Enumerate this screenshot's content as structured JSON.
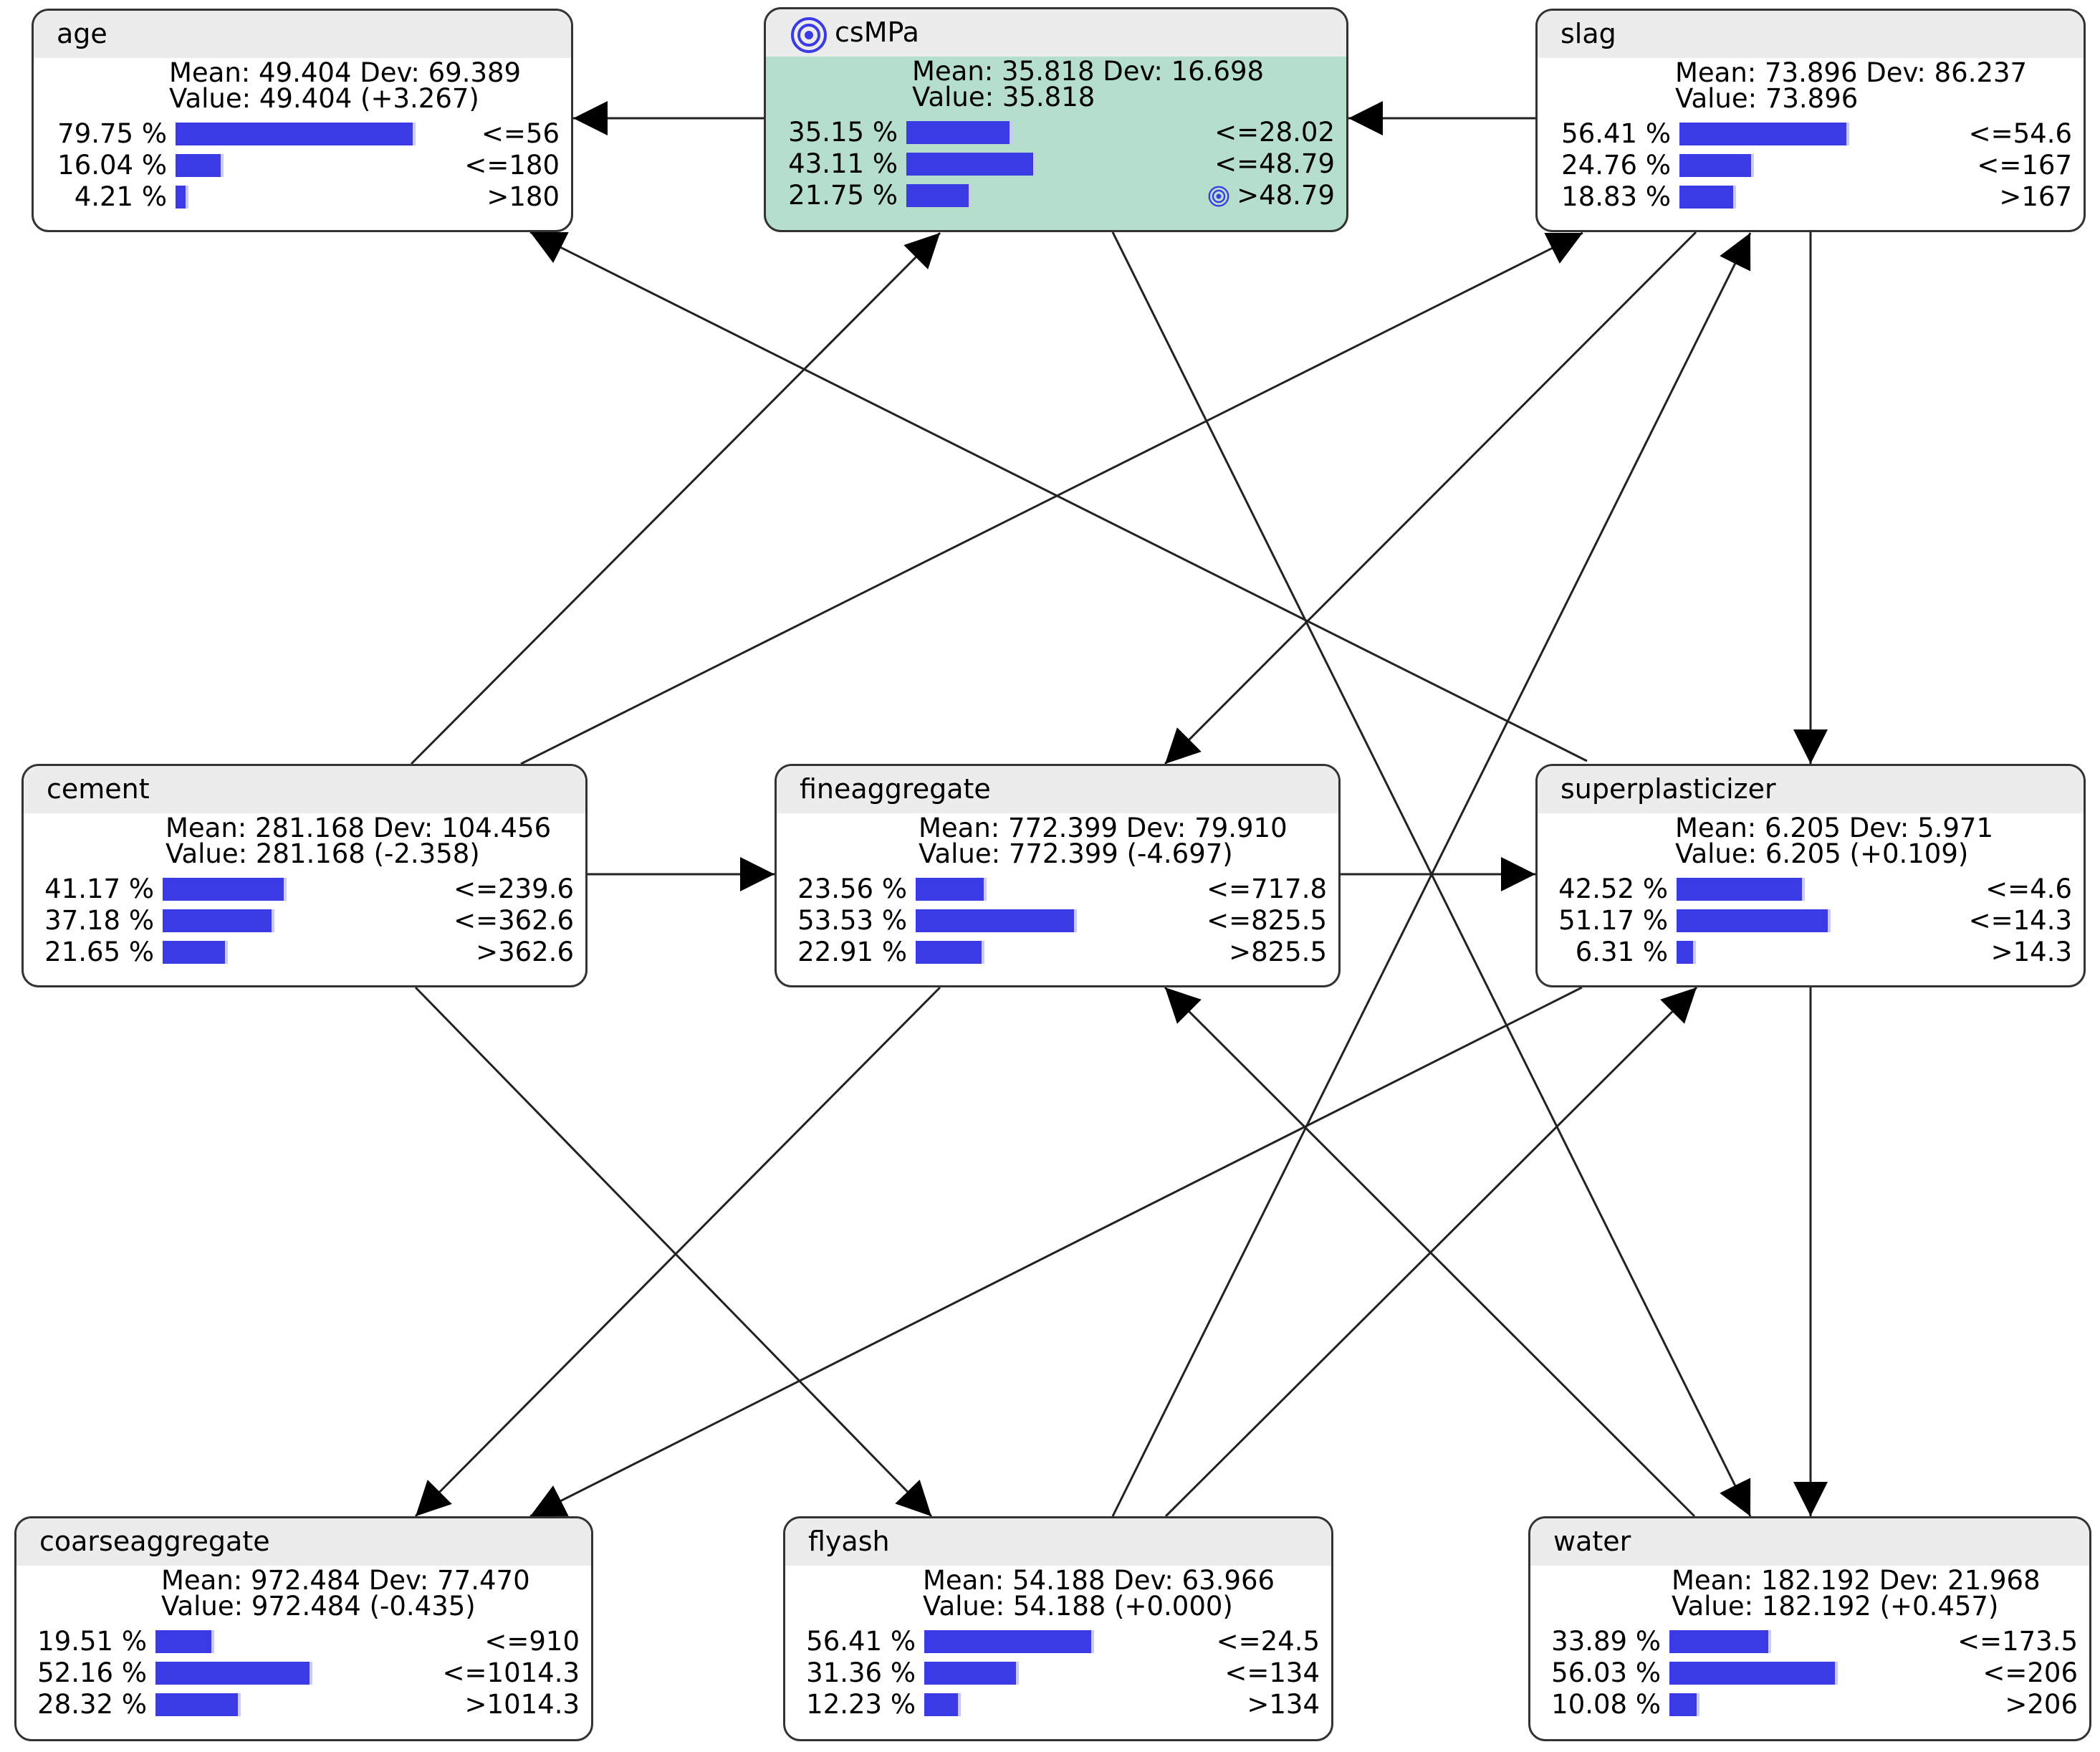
{
  "nodes": [
    {
      "id": "age",
      "name": "age",
      "target": false,
      "stats_line1": "Mean: 49.404 Dev: 69.389",
      "stats_line2": "Value: 49.404 (+3.267)",
      "states": [
        {
          "pct": "79.75 %",
          "value": 79.75,
          "bin": "<=56"
        },
        {
          "pct": "16.04 %",
          "value": 16.04,
          "bin": "<=180"
        },
        {
          "pct": "4.21 %",
          "value": 4.21,
          "bin": ">180"
        }
      ]
    },
    {
      "id": "csMPa",
      "name": "csMPa",
      "target": true,
      "stats_line1": "Mean: 35.818 Dev: 16.698",
      "stats_line2": "Value: 35.818",
      "states": [
        {
          "pct": "35.15 %",
          "value": 35.15,
          "bin": "<=28.02"
        },
        {
          "pct": "43.11 %",
          "value": 43.11,
          "bin": "<=48.79"
        },
        {
          "pct": "21.75 %",
          "value": 21.75,
          "bin": ">48.79",
          "target_icon": true
        }
      ]
    },
    {
      "id": "slag",
      "name": "slag",
      "target": false,
      "stats_line1": "Mean: 73.896 Dev: 86.237",
      "stats_line2": "Value: 73.896",
      "states": [
        {
          "pct": "56.41 %",
          "value": 56.41,
          "bin": "<=54.6"
        },
        {
          "pct": "24.76 %",
          "value": 24.76,
          "bin": "<=167"
        },
        {
          "pct": "18.83 %",
          "value": 18.83,
          "bin": ">167"
        }
      ]
    },
    {
      "id": "cement",
      "name": "cement",
      "target": false,
      "stats_line1": "Mean: 281.168 Dev: 104.456",
      "stats_line2": "Value: 281.168 (-2.358)",
      "states": [
        {
          "pct": "41.17 %",
          "value": 41.17,
          "bin": "<=239.6"
        },
        {
          "pct": "37.18 %",
          "value": 37.18,
          "bin": "<=362.6"
        },
        {
          "pct": "21.65 %",
          "value": 21.65,
          "bin": ">362.6"
        }
      ]
    },
    {
      "id": "fineaggregate",
      "name": "fineaggregate",
      "target": false,
      "stats_line1": "Mean: 772.399 Dev: 79.910",
      "stats_line2": "Value: 772.399 (-4.697)",
      "states": [
        {
          "pct": "23.56 %",
          "value": 23.56,
          "bin": "<=717.8"
        },
        {
          "pct": "53.53 %",
          "value": 53.53,
          "bin": "<=825.5"
        },
        {
          "pct": "22.91 %",
          "value": 22.91,
          "bin": ">825.5"
        }
      ]
    },
    {
      "id": "superplasticizer",
      "name": "superplasticizer",
      "target": false,
      "stats_line1": "Mean: 6.205 Dev: 5.971",
      "stats_line2": "Value: 6.205 (+0.109)",
      "states": [
        {
          "pct": "42.52 %",
          "value": 42.52,
          "bin": "<=4.6"
        },
        {
          "pct": "51.17 %",
          "value": 51.17,
          "bin": "<=14.3"
        },
        {
          "pct": "6.31 %",
          "value": 6.31,
          "bin": ">14.3"
        }
      ]
    },
    {
      "id": "coarseaggregate",
      "name": "coarseaggregate",
      "target": false,
      "stats_line1": "Mean: 972.484 Dev: 77.470",
      "stats_line2": "Value: 972.484 (-0.435)",
      "states": [
        {
          "pct": "19.51 %",
          "value": 19.51,
          "bin": "<=910"
        },
        {
          "pct": "52.16 %",
          "value": 52.16,
          "bin": "<=1014.3"
        },
        {
          "pct": "28.32 %",
          "value": 28.32,
          "bin": ">1014.3"
        }
      ]
    },
    {
      "id": "flyash",
      "name": "flyash",
      "target": false,
      "stats_line1": "Mean: 54.188 Dev: 63.966",
      "stats_line2": "Value: 54.188 (+0.000)",
      "states": [
        {
          "pct": "56.41 %",
          "value": 56.41,
          "bin": "<=24.5"
        },
        {
          "pct": "31.36 %",
          "value": 31.36,
          "bin": "<=134"
        },
        {
          "pct": "12.23 %",
          "value": 12.23,
          "bin": ">134"
        }
      ]
    },
    {
      "id": "water",
      "name": "water",
      "target": false,
      "stats_line1": "Mean: 182.192 Dev: 21.968",
      "stats_line2": "Value: 182.192 (+0.457)",
      "states": [
        {
          "pct": "33.89 %",
          "value": 33.89,
          "bin": "<=173.5"
        },
        {
          "pct": "56.03 %",
          "value": 56.03,
          "bin": "<=206"
        },
        {
          "pct": "10.08 %",
          "value": 10.08,
          "bin": ">206"
        }
      ]
    }
  ],
  "edges": [
    {
      "from": "csMPa",
      "to": "age"
    },
    {
      "from": "slag",
      "to": "csMPa"
    },
    {
      "from": "superplasticizer",
      "to": "age"
    },
    {
      "from": "cement",
      "to": "csMPa"
    },
    {
      "from": "cement",
      "to": "slag"
    },
    {
      "from": "slag",
      "to": "fineaggregate"
    },
    {
      "from": "flyash",
      "to": "slag"
    },
    {
      "from": "slag",
      "to": "superplasticizer"
    },
    {
      "from": "cement",
      "to": "fineaggregate"
    },
    {
      "from": "fineaggregate",
      "to": "superplasticizer"
    },
    {
      "from": "cement",
      "to": "flyash"
    },
    {
      "from": "fineaggregate",
      "to": "coarseaggregate"
    },
    {
      "from": "superplasticizer",
      "to": "coarseaggregate"
    },
    {
      "from": "flyash",
      "to": "superplasticizer"
    },
    {
      "from": "water",
      "to": "fineaggregate"
    },
    {
      "from": "csMPa",
      "to": "water"
    },
    {
      "from": "superplasticizer",
      "to": "water"
    }
  ],
  "colors": {
    "bar": "#3b3be6",
    "target_node": "#b5decc",
    "header": "#ececec",
    "edge": "#222222"
  }
}
